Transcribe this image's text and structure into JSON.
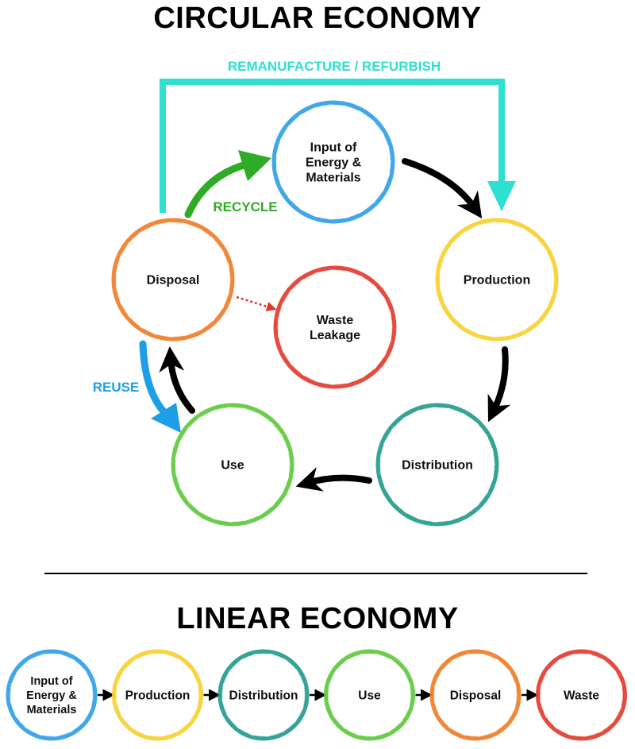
{
  "circular": {
    "title": "CIRCULAR ECONOMY",
    "nodes": [
      {
        "id": "input",
        "lines": [
          "Input of",
          "Energy &",
          "Materials"
        ],
        "color": "#2a9de8"
      },
      {
        "id": "production",
        "lines": [
          "Production"
        ],
        "color": "#f7cf2a"
      },
      {
        "id": "distribution",
        "lines": [
          "Distribution"
        ],
        "color": "#1e9a88"
      },
      {
        "id": "use",
        "lines": [
          "Use"
        ],
        "color": "#5cc83a"
      },
      {
        "id": "disposal",
        "lines": [
          "Disposal"
        ],
        "color": "#ef7a22"
      },
      {
        "id": "waste-leakage",
        "lines": [
          "Waste",
          "Leakage"
        ],
        "color": "#e2372a"
      }
    ],
    "loops": {
      "remanufacture": {
        "label": "REMANUFACTURE / REFURBISH",
        "color": "#2ee0cf"
      },
      "recycle": {
        "label": "RECYCLE",
        "color": "#2fac25"
      },
      "reuse": {
        "label": "REUSE",
        "color": "#1f9ee8"
      },
      "leakage_color": "#e2372a",
      "flow_color": "#000000"
    }
  },
  "linear": {
    "title": "LINEAR ECONOMY",
    "nodes": [
      {
        "id": "input",
        "lines": [
          "Input of",
          "Energy &",
          "Materials"
        ],
        "color": "#2a9de8"
      },
      {
        "id": "production",
        "lines": [
          "Production"
        ],
        "color": "#f7cf2a"
      },
      {
        "id": "distribution",
        "lines": [
          "Distribution"
        ],
        "color": "#1e9a88"
      },
      {
        "id": "use",
        "lines": [
          "Use"
        ],
        "color": "#5cc83a"
      },
      {
        "id": "disposal",
        "lines": [
          "Disposal"
        ],
        "color": "#ef7a22"
      },
      {
        "id": "waste",
        "lines": [
          "Waste"
        ],
        "color": "#e2372a"
      }
    ]
  },
  "divider_color": "#000000"
}
